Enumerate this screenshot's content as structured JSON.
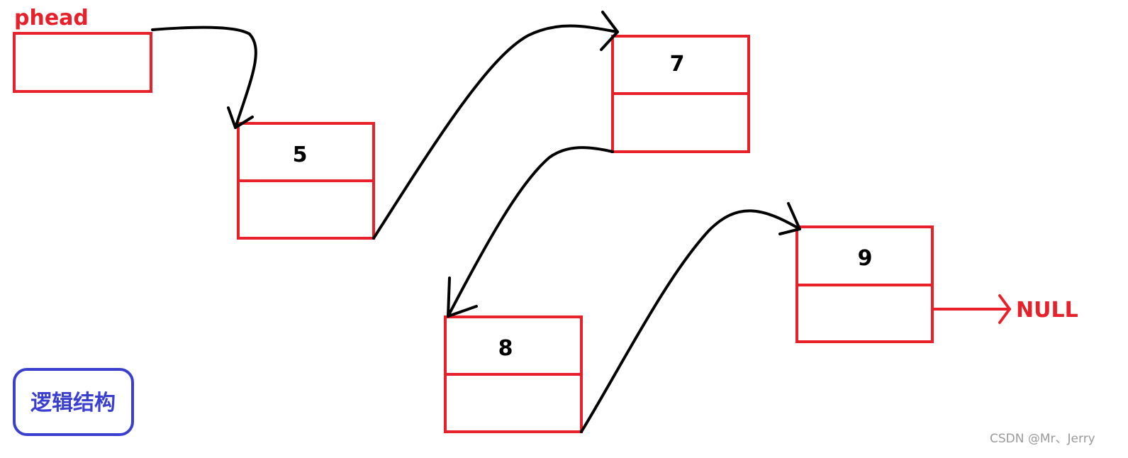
{
  "head": {
    "label": "phead"
  },
  "nodes": [
    {
      "value": "5"
    },
    {
      "value": "7"
    },
    {
      "value": "8"
    },
    {
      "value": "9"
    }
  ],
  "terminator": {
    "label": "NULL"
  },
  "legend": {
    "label": "逻辑结构"
  },
  "watermark": {
    "text": "CSDN @Mr、Jerry"
  },
  "colors": {
    "node_border": "#e8202a",
    "pointer_arrow": "#000000",
    "null_arrow": "#e8202a",
    "legend_border": "#3a3fd0",
    "legend_text": "#3a3fd0",
    "watermark": "#9a9a9a"
  }
}
